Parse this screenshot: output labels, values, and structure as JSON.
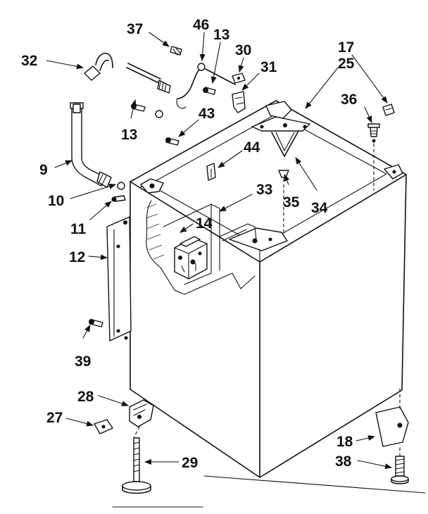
{
  "diagram": {
    "labels": [
      {
        "id": "37",
        "text": "37"
      },
      {
        "id": "46",
        "text": "46"
      },
      {
        "id": "13a",
        "text": "13"
      },
      {
        "id": "30",
        "text": "30"
      },
      {
        "id": "31",
        "text": "31"
      },
      {
        "id": "17",
        "text": "17"
      },
      {
        "id": "25",
        "text": "25"
      },
      {
        "id": "32",
        "text": "32"
      },
      {
        "id": "36",
        "text": "36"
      },
      {
        "id": "13b",
        "text": "13"
      },
      {
        "id": "43",
        "text": "43"
      },
      {
        "id": "44",
        "text": "44"
      },
      {
        "id": "9",
        "text": "9"
      },
      {
        "id": "33",
        "text": "33"
      },
      {
        "id": "35",
        "text": "35"
      },
      {
        "id": "34",
        "text": "34"
      },
      {
        "id": "10",
        "text": "10"
      },
      {
        "id": "11",
        "text": "11"
      },
      {
        "id": "14",
        "text": "14"
      },
      {
        "id": "12",
        "text": "12"
      },
      {
        "id": "39",
        "text": "39"
      },
      {
        "id": "28",
        "text": "28"
      },
      {
        "id": "27",
        "text": "27"
      },
      {
        "id": "29",
        "text": "29"
      },
      {
        "id": "18",
        "text": "18"
      },
      {
        "id": "38",
        "text": "38"
      }
    ]
  }
}
